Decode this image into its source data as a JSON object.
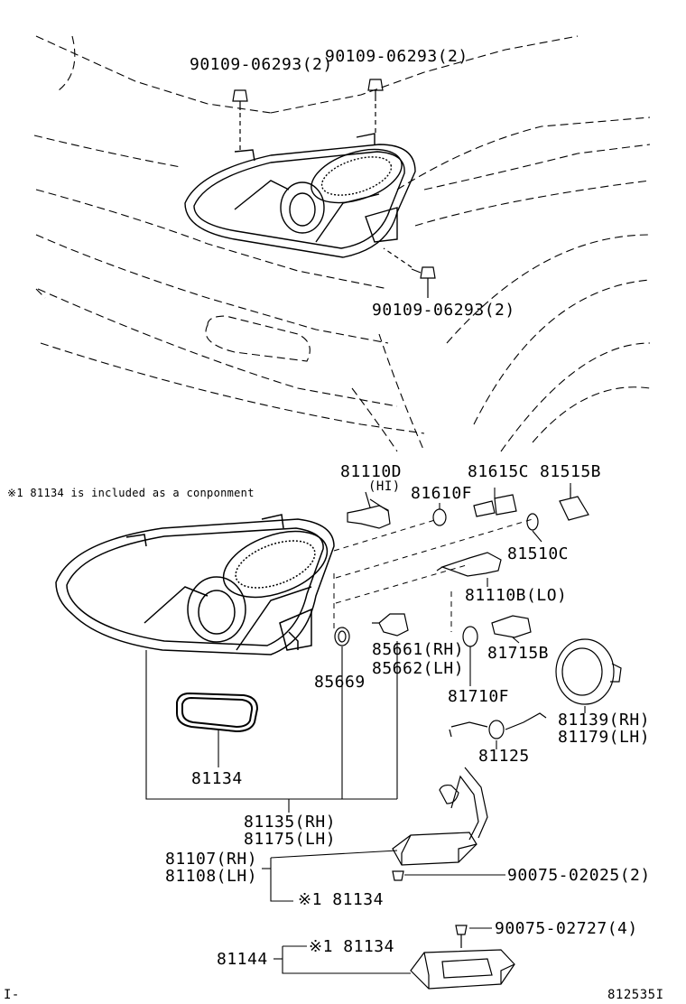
{
  "note": "※1 81134 is included as a conponment",
  "callouts": {
    "bolt_top_left": "90109-06293(2)",
    "bolt_top_right": "90109-06293(2)",
    "bolt_mid": "90109-06293(2)",
    "bulb_hi": "81110D",
    "bulb_hi_tag": "(HI)",
    "p81610f": "81610F",
    "p81615c": "81615C",
    "p81515b": "81515B",
    "p81510c": "81510C",
    "bulb_lo": "81110B(LO)",
    "p85661": "85661(RH)",
    "p85662": "85662(LH)",
    "p85669": "85669",
    "p81715b": "81715B",
    "p81710f": "81710F",
    "p81125": "81125",
    "p81139": "81139(RH)",
    "p81179": "81179(LH)",
    "gasket": "81134",
    "p81135": "81135(RH)",
    "p81175": "81175(LH)",
    "p81107": "81107(RH)",
    "p81108": "81108(LH)",
    "ref1": "※1 81134",
    "screw1": "90075-02025(2)",
    "screw2": "90075-02727(4)",
    "p81144": "81144",
    "ref2": "※1 81134",
    "footer": "812535I",
    "footer_left": "I-"
  }
}
